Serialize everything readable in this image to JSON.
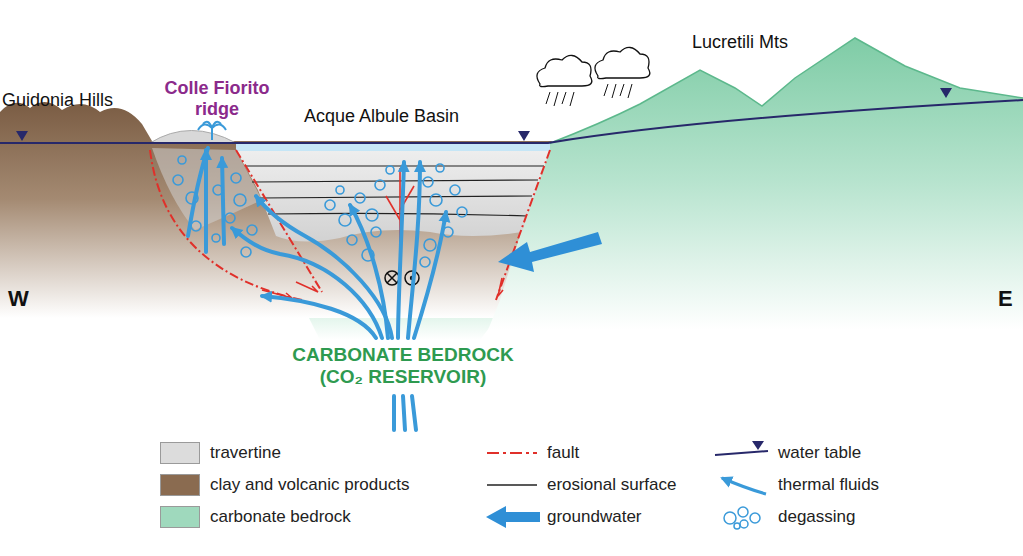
{
  "diagram": {
    "labels": [
      "Guidonia Hills",
      "Colle Fiorito ridge",
      "Acque Albule Basin",
      "Lucretili Mts",
      "W",
      "E",
      "CARBONATE BEDROCK (CO₂ RESERVOIR)"
    ],
    "legend": [
      {
        "text": "travertine",
        "color": "#dcdcdc"
      },
      {
        "text": "clay and volcanic products",
        "color": "#8a6b50"
      },
      {
        "text": "carbonate bedrock",
        "color": "#9fd9bd"
      },
      {
        "text": "fault"
      },
      {
        "text": "erosional surface"
      },
      {
        "text": "groundwater"
      },
      {
        "text": "water table"
      },
      {
        "text": "thermal fluids"
      },
      {
        "text": "degassing"
      }
    ]
  }
}
